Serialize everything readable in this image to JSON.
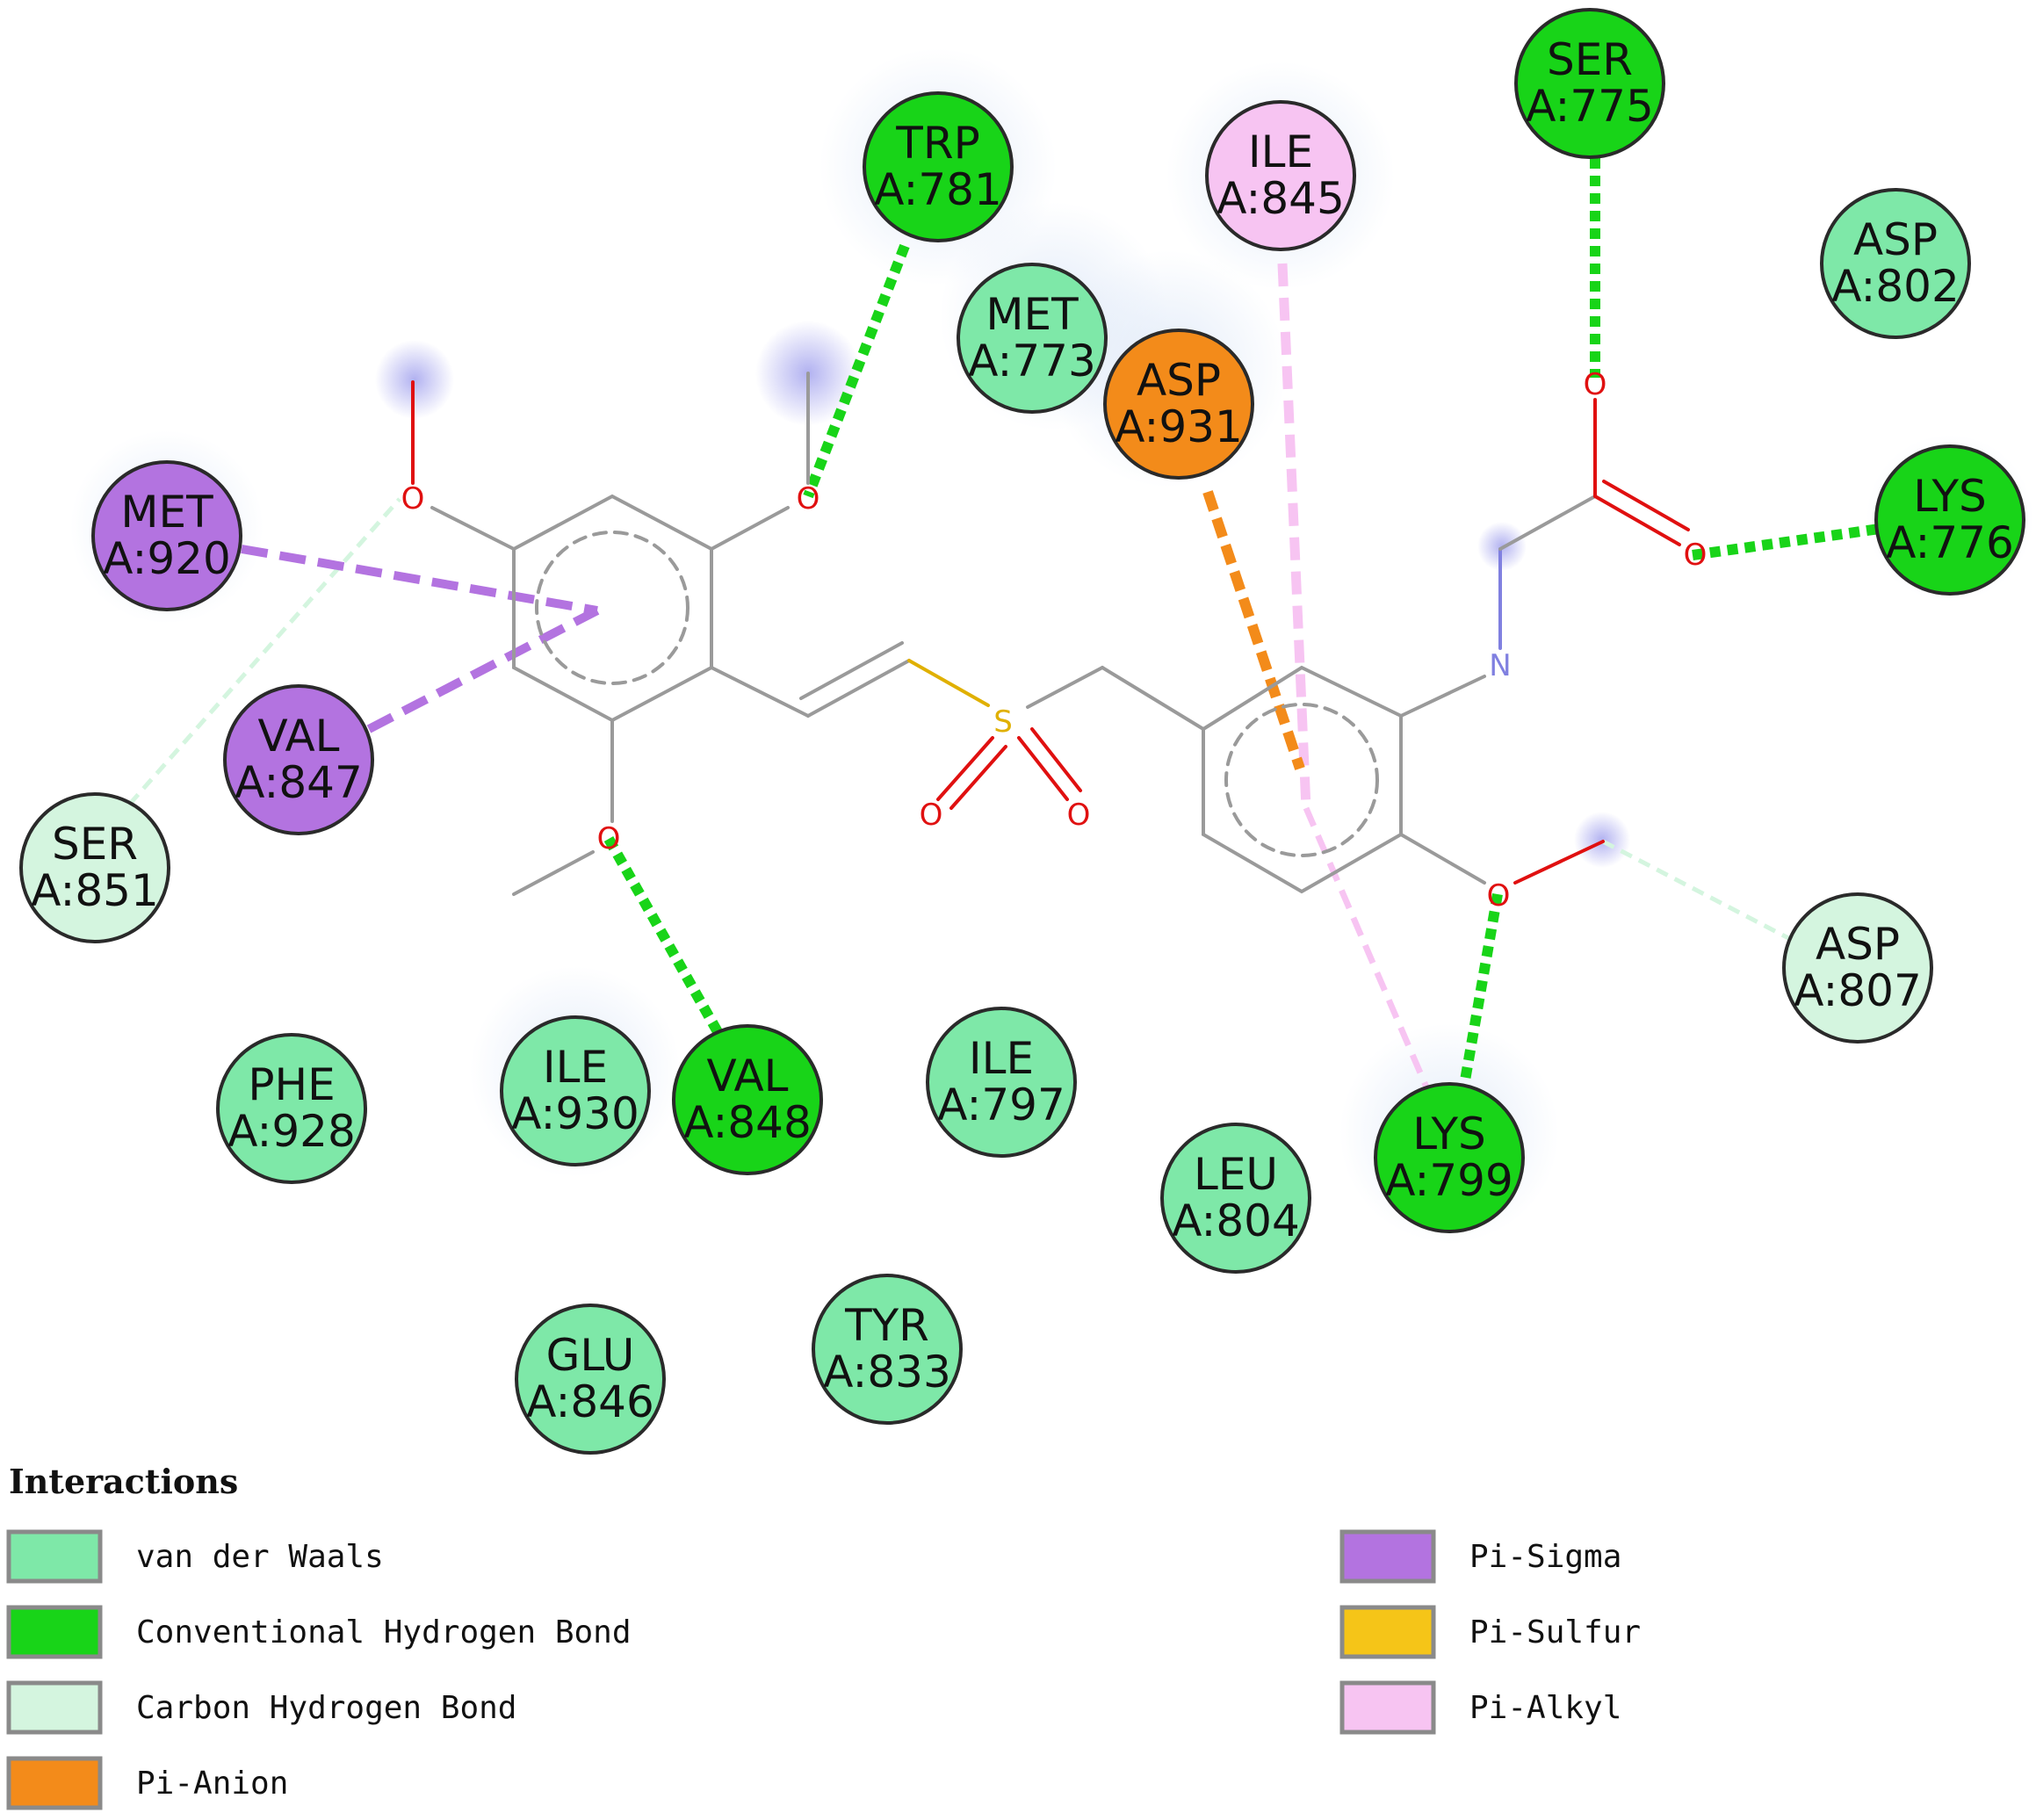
{
  "colors": {
    "van_der_waals": "#7ee8a8",
    "conventional_hbond": "#18d418",
    "carbon_hbond": "#d4f5df",
    "pi_anion": "#f38b1a",
    "pi_sigma": "#b373e0",
    "pi_sulfur": "#f5c518",
    "pi_alkyl": "#f7c4f2",
    "bond": "#9a9a9a",
    "oxygen": "#e01010",
    "nitrogen": "#8080e0",
    "sulfur": "#e0b000"
  },
  "atoms": {
    "oxygen": "O",
    "nitrogen": "N",
    "sulfur": "S"
  },
  "residues": [
    {
      "id": "trp781",
      "name": "TRP",
      "num": "A:781",
      "type": "conventional_hbond"
    },
    {
      "id": "ser775",
      "name": "SER",
      "num": "A:775",
      "type": "conventional_hbond"
    },
    {
      "id": "ile845",
      "name": "ILE",
      "num": "A:845",
      "type": "pi_alkyl"
    },
    {
      "id": "asp802",
      "name": "ASP",
      "num": "A:802",
      "type": "van_der_waals"
    },
    {
      "id": "met773",
      "name": "MET",
      "num": "A:773",
      "type": "van_der_waals"
    },
    {
      "id": "asp931",
      "name": "ASP",
      "num": "A:931",
      "type": "pi_anion"
    },
    {
      "id": "met920",
      "name": "MET",
      "num": "A:920",
      "type": "pi_sigma"
    },
    {
      "id": "lys776",
      "name": "LYS",
      "num": "A:776",
      "type": "conventional_hbond"
    },
    {
      "id": "val847",
      "name": "VAL",
      "num": "A:847",
      "type": "pi_sigma"
    },
    {
      "id": "ser851",
      "name": "SER",
      "num": "A:851",
      "type": "carbon_hbond"
    },
    {
      "id": "asp807",
      "name": "ASP",
      "num": "A:807",
      "type": "carbon_hbond"
    },
    {
      "id": "phe928",
      "name": "PHE",
      "num": "A:928",
      "type": "van_der_waals"
    },
    {
      "id": "ile930",
      "name": "ILE",
      "num": "A:930",
      "type": "van_der_waals"
    },
    {
      "id": "val848",
      "name": "VAL",
      "num": "A:848",
      "type": "conventional_hbond"
    },
    {
      "id": "ile797",
      "name": "ILE",
      "num": "A:797",
      "type": "van_der_waals"
    },
    {
      "id": "lys799",
      "name": "LYS",
      "num": "A:799",
      "type": "conventional_hbond"
    },
    {
      "id": "leu804",
      "name": "LEU",
      "num": "A:804",
      "type": "van_der_waals"
    },
    {
      "id": "glu846",
      "name": "GLU",
      "num": "A:846",
      "type": "van_der_waals"
    },
    {
      "id": "tyr833",
      "name": "TYR",
      "num": "A:833",
      "type": "van_der_waals"
    }
  ],
  "legend": {
    "title": "Interactions",
    "items": [
      {
        "key": "van_der_waals",
        "label": "van der Waals"
      },
      {
        "key": "conventional_hbond",
        "label": "Conventional Hydrogen Bond"
      },
      {
        "key": "carbon_hbond",
        "label": "Carbon Hydrogen Bond"
      },
      {
        "key": "pi_anion",
        "label": "Pi-Anion"
      },
      {
        "key": "pi_sigma",
        "label": "Pi-Sigma"
      },
      {
        "key": "pi_sulfur",
        "label": "Pi-Sulfur"
      },
      {
        "key": "pi_alkyl",
        "label": "Pi-Alkyl"
      }
    ]
  }
}
